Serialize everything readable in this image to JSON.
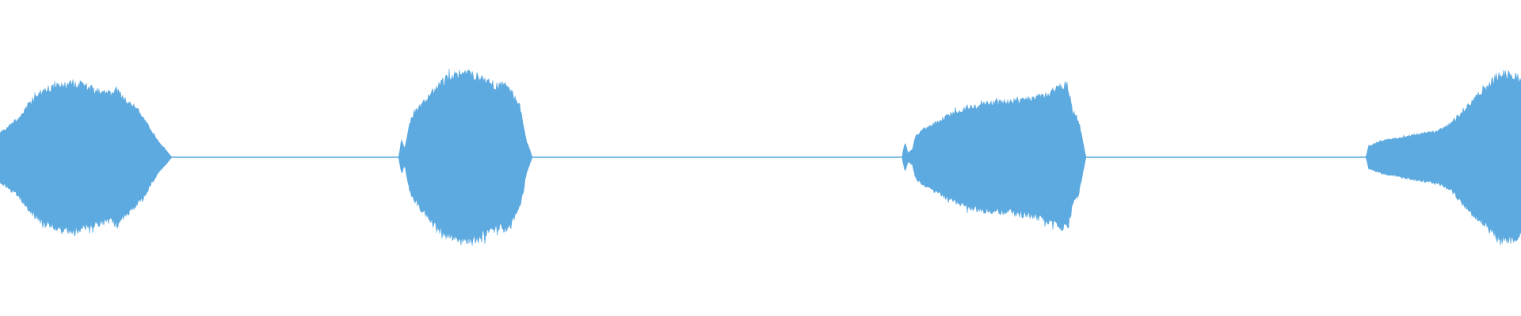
{
  "waveform": {
    "color": "#5DAAE0",
    "background": "#FFFFFF",
    "amplitude_range": [
      -1,
      1
    ],
    "segments": [
      {
        "start": 0.0,
        "end": 0.113,
        "envelope": [
          [
            0.0,
            0.3
          ],
          [
            0.005,
            0.36
          ],
          [
            0.012,
            0.46
          ],
          [
            0.02,
            0.66
          ],
          [
            0.03,
            0.8
          ],
          [
            0.04,
            0.86
          ],
          [
            0.048,
            0.88
          ],
          [
            0.056,
            0.85
          ],
          [
            0.064,
            0.8
          ],
          [
            0.072,
            0.76
          ],
          [
            0.078,
            0.82
          ],
          [
            0.082,
            0.7
          ],
          [
            0.088,
            0.6
          ],
          [
            0.094,
            0.5
          ],
          [
            0.1,
            0.3
          ],
          [
            0.106,
            0.15
          ],
          [
            0.113,
            0.0
          ]
        ]
      },
      {
        "start": 0.262,
        "end": 0.35,
        "envelope": [
          [
            0.262,
            0.0
          ],
          [
            0.264,
            0.2
          ],
          [
            0.266,
            0.1
          ],
          [
            0.27,
            0.45
          ],
          [
            0.278,
            0.65
          ],
          [
            0.286,
            0.82
          ],
          [
            0.294,
            0.94
          ],
          [
            0.303,
            1.0
          ],
          [
            0.312,
            0.98
          ],
          [
            0.32,
            0.92
          ],
          [
            0.327,
            0.84
          ],
          [
            0.333,
            0.88
          ],
          [
            0.338,
            0.72
          ],
          [
            0.342,
            0.6
          ],
          [
            0.346,
            0.2
          ],
          [
            0.35,
            0.0
          ]
        ]
      },
      {
        "start": 0.593,
        "end": 0.714,
        "envelope": [
          [
            0.593,
            0.0
          ],
          [
            0.595,
            0.18
          ],
          [
            0.597,
            0.05
          ],
          [
            0.6,
            0.1
          ],
          [
            0.602,
            0.25
          ],
          [
            0.606,
            0.32
          ],
          [
            0.614,
            0.4
          ],
          [
            0.624,
            0.5
          ],
          [
            0.636,
            0.6
          ],
          [
            0.65,
            0.64
          ],
          [
            0.664,
            0.66
          ],
          [
            0.676,
            0.7
          ],
          [
            0.686,
            0.74
          ],
          [
            0.696,
            0.84
          ],
          [
            0.702,
            0.86
          ],
          [
            0.705,
            0.55
          ],
          [
            0.709,
            0.45
          ],
          [
            0.714,
            0.0
          ]
        ]
      },
      {
        "start": 0.898,
        "end": 1.0,
        "envelope": [
          [
            0.898,
            0.0
          ],
          [
            0.9,
            0.14
          ],
          [
            0.91,
            0.2
          ],
          [
            0.922,
            0.24
          ],
          [
            0.934,
            0.28
          ],
          [
            0.946,
            0.32
          ],
          [
            0.954,
            0.4
          ],
          [
            0.962,
            0.56
          ],
          [
            0.97,
            0.7
          ],
          [
            0.978,
            0.84
          ],
          [
            0.986,
            1.0
          ],
          [
            0.993,
            0.98
          ],
          [
            0.998,
            0.95
          ],
          [
            1.0,
            0.95
          ]
        ]
      }
    ]
  }
}
